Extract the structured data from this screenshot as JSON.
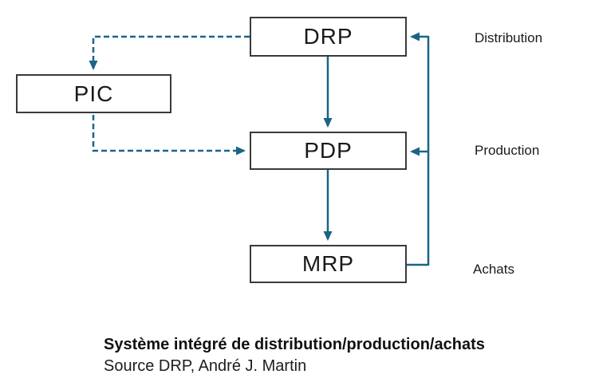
{
  "diagram": {
    "boxes": [
      {
        "id": "drp",
        "label": "DRP"
      },
      {
        "id": "pic",
        "label": "PIC"
      },
      {
        "id": "pdp",
        "label": "PDP"
      },
      {
        "id": "mrp",
        "label": "MRP"
      }
    ],
    "side_labels": [
      {
        "id": "distribution",
        "label": "Distribution"
      },
      {
        "id": "production",
        "label": "Production"
      },
      {
        "id": "achats",
        "label": "Achats"
      }
    ],
    "connections": [
      {
        "from": "DRP",
        "to": "PIC",
        "style": "dashed-arrow"
      },
      {
        "from": "PIC",
        "to": "PDP",
        "style": "dashed-arrow"
      },
      {
        "from": "DRP",
        "to": "PDP",
        "style": "solid-arrow"
      },
      {
        "from": "PDP",
        "to": "MRP",
        "style": "solid-arrow"
      },
      {
        "from": "MRP",
        "to": "DRP",
        "style": "solid-arrow-feedback"
      },
      {
        "from": "MRP",
        "to": "PDP",
        "style": "solid-arrow-feedback-branch"
      }
    ]
  },
  "caption": {
    "title": "Système intégré de distribution/production/achats",
    "source": "Source DRP, André J. Martin"
  },
  "colors": {
    "arrow": "#1A6487",
    "box_border": "#3A3A3A",
    "text": "#1A1A1A",
    "background": "#FFFFFF"
  }
}
